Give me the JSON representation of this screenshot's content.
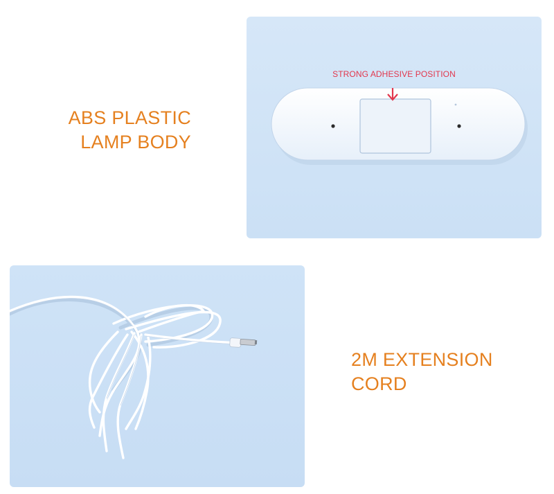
{
  "top_panel": {
    "adhesive_label": "STRONG ADHESIVE POSITION"
  },
  "captions": {
    "lamp_body": "ABS PLASTIC\nLAMP BODY",
    "extension_cord": "2M EXTENSION\nCORD"
  },
  "colors": {
    "caption": "#e5801f",
    "adhesive_label": "#e2364c",
    "panel_background": "#cfe3f7"
  }
}
